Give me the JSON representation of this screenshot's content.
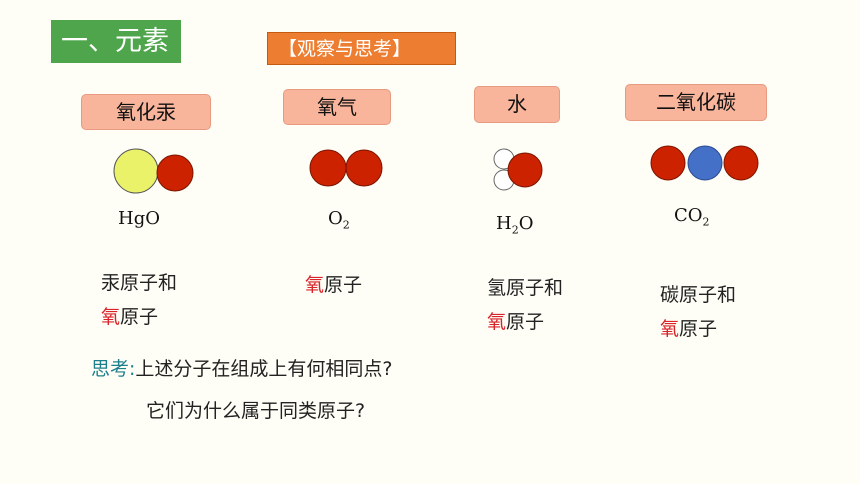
{
  "section_title": "一、元素",
  "observe_title": "【观察与思考】",
  "molecules": [
    {
      "name": "氧化汞",
      "formula_main": "HgO",
      "formula_sub": "",
      "formula_tail": "",
      "desc_line1_plain": "汞原子和",
      "desc_line2_red": "氧",
      "desc_line2_rest": "原子"
    },
    {
      "name": "氧气",
      "formula_main": "O",
      "formula_sub": "2",
      "formula_tail": "",
      "desc_line1_red": "氧",
      "desc_line1_rest": "原子"
    },
    {
      "name": "水",
      "formula_main": "H",
      "formula_sub": "2",
      "formula_tail": "O",
      "desc_line1_plain": "氢原子和",
      "desc_line2_red": "氧",
      "desc_line2_rest": "原子"
    },
    {
      "name": "二氧化碳",
      "formula_main": "CO",
      "formula_sub": "2",
      "formula_tail": "",
      "desc_line1_plain": "碳原子和",
      "desc_line2_red": "氧",
      "desc_line2_rest": "原子"
    }
  ],
  "think_label": "思考:",
  "question1": "上述分子在组成上有何相同点?",
  "question2": "它们为什么属于同类原子?",
  "colors": {
    "oxygen": "#cc2200",
    "mercury": "#eaf26a",
    "carbon": "#4470c8",
    "hydrogen": "#ffffff"
  }
}
